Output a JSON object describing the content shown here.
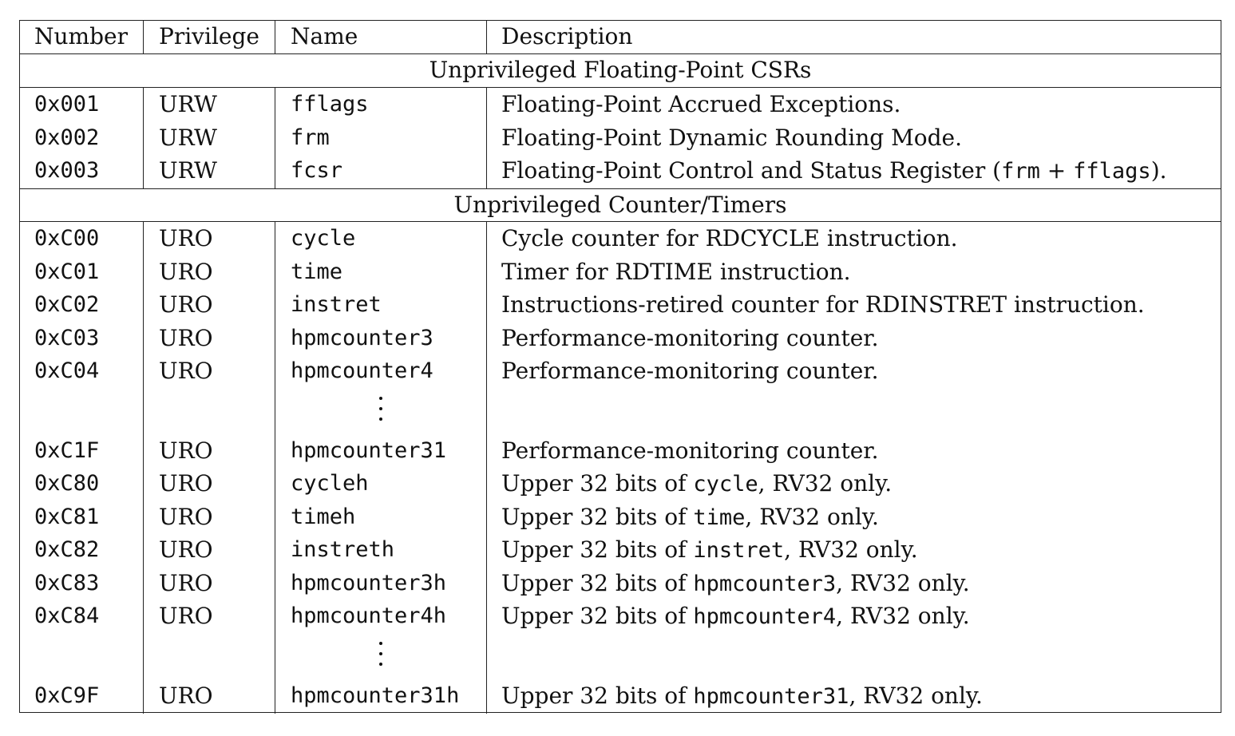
{
  "headers": [
    "Number",
    "Privilege",
    "Name",
    "Description"
  ],
  "sections": [
    {
      "title": "Unprivileged Floating-Point CSRs",
      "rows": [
        {
          "number": "0x001",
          "privilege": "URW",
          "name": "fflags",
          "desc": [
            {
              "t": "Floating-Point Accrued Exceptions.",
              "mono": false
            }
          ]
        },
        {
          "number": "0x002",
          "privilege": "URW",
          "name": "frm",
          "desc": [
            {
              "t": "Floating-Point Dynamic Rounding Mode.",
              "mono": false
            }
          ]
        },
        {
          "number": "0x003",
          "privilege": "URW",
          "name": "fcsr",
          "desc": [
            {
              "t": "Floating-Point Control and Status Register (",
              "mono": false
            },
            {
              "t": "frm",
              "mono": true
            },
            {
              "t": " + ",
              "mono": false
            },
            {
              "t": "fflags",
              "mono": true
            },
            {
              "t": ").",
              "mono": false
            }
          ]
        }
      ]
    },
    {
      "title": "Unprivileged Counter/Timers",
      "rows": [
        {
          "number": "0xC00",
          "privilege": "URO",
          "name": "cycle",
          "desc": [
            {
              "t": "Cycle counter for RDCYCLE instruction.",
              "mono": false
            }
          ]
        },
        {
          "number": "0xC01",
          "privilege": "URO",
          "name": "time",
          "desc": [
            {
              "t": "Timer for RDTIME instruction.",
              "mono": false
            }
          ]
        },
        {
          "number": "0xC02",
          "privilege": "URO",
          "name": "instret",
          "desc": [
            {
              "t": "Instructions-retired counter for RDINSTRET instruction.",
              "mono": false
            }
          ]
        },
        {
          "number": "0xC03",
          "privilege": "URO",
          "name": "hpmcounter3",
          "desc": [
            {
              "t": "Performance-monitoring counter.",
              "mono": false
            }
          ]
        },
        {
          "number": "0xC04",
          "privilege": "URO",
          "name": "hpmcounter4",
          "desc": [
            {
              "t": "Performance-monitoring counter.",
              "mono": false
            }
          ]
        },
        {
          "ellipsis": true
        },
        {
          "number": "0xC1F",
          "privilege": "URO",
          "name": "hpmcounter31",
          "desc": [
            {
              "t": "Performance-monitoring counter.",
              "mono": false
            }
          ]
        },
        {
          "number": "0xC80",
          "privilege": "URO",
          "name": "cycleh",
          "desc": [
            {
              "t": "Upper 32 bits of ",
              "mono": false
            },
            {
              "t": "cycle",
              "mono": true
            },
            {
              "t": ", RV32 only.",
              "mono": false
            }
          ]
        },
        {
          "number": "0xC81",
          "privilege": "URO",
          "name": "timeh",
          "desc": [
            {
              "t": "Upper 32 bits of ",
              "mono": false
            },
            {
              "t": "time",
              "mono": true
            },
            {
              "t": ", RV32 only.",
              "mono": false
            }
          ]
        },
        {
          "number": "0xC82",
          "privilege": "URO",
          "name": "instreth",
          "desc": [
            {
              "t": "Upper 32 bits of ",
              "mono": false
            },
            {
              "t": "instret",
              "mono": true
            },
            {
              "t": ", RV32 only.",
              "mono": false
            }
          ]
        },
        {
          "number": "0xC83",
          "privilege": "URO",
          "name": "hpmcounter3h",
          "desc": [
            {
              "t": "Upper 32 bits of ",
              "mono": false
            },
            {
              "t": "hpmcounter3",
              "mono": true
            },
            {
              "t": ", RV32 only.",
              "mono": false
            }
          ]
        },
        {
          "number": "0xC84",
          "privilege": "URO",
          "name": "hpmcounter4h",
          "desc": [
            {
              "t": "Upper 32 bits of ",
              "mono": false
            },
            {
              "t": "hpmcounter4",
              "mono": true
            },
            {
              "t": ", RV32 only.",
              "mono": false
            }
          ]
        },
        {
          "ellipsis": true
        },
        {
          "number": "0xC9F",
          "privilege": "URO",
          "name": "hpmcounter31h",
          "desc": [
            {
              "t": "Upper 32 bits of ",
              "mono": false
            },
            {
              "t": "hpmcounter31",
              "mono": true
            },
            {
              "t": ", RV32 only.",
              "mono": false
            }
          ]
        }
      ]
    }
  ]
}
